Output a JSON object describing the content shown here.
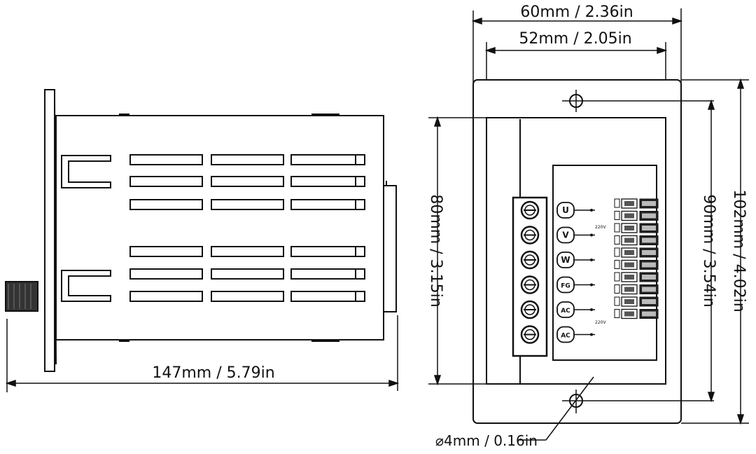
{
  "dimensions": {
    "side_width": "147mm / 5.79in",
    "front_outer_width": "60mm / 2.36in",
    "front_inner_width": "52mm / 2.05in",
    "inner_height": "80mm / 3.15in",
    "hole_spacing": "90mm / 3.54in",
    "outer_height": "102mm / 4.02in",
    "hole_diameter": "4mm / 0.16in"
  },
  "terminals": [
    "U",
    "V",
    "W",
    "FG",
    "AC",
    "AC"
  ]
}
